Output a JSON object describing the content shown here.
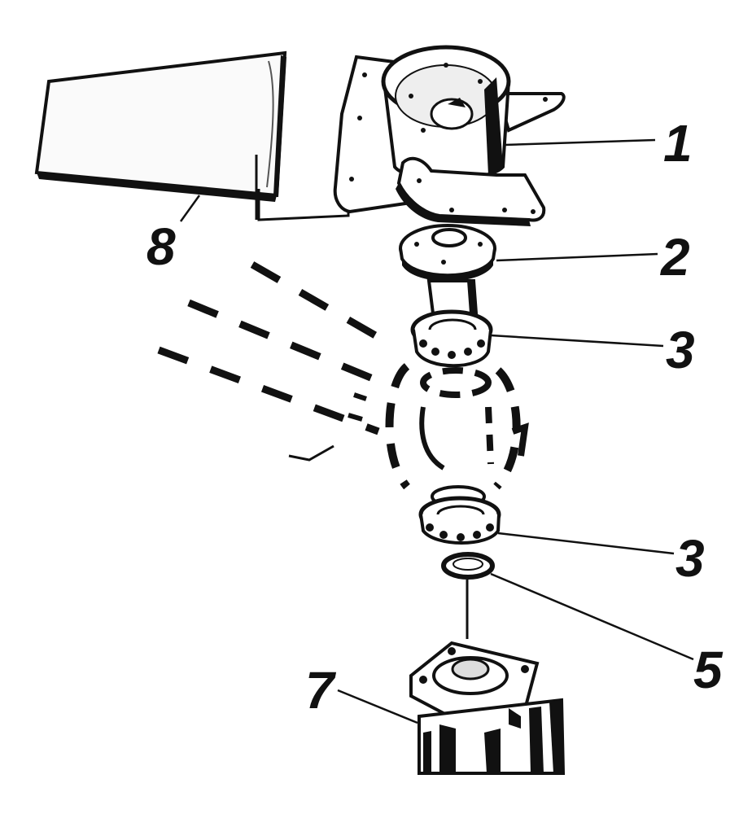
{
  "diagram": {
    "callouts": [
      {
        "id": "1",
        "text": "1"
      },
      {
        "id": "2",
        "text": "2"
      },
      {
        "id": "3a",
        "text": "3"
      },
      {
        "id": "3b",
        "text": "3"
      },
      {
        "id": "5",
        "text": "5"
      },
      {
        "id": "7",
        "text": "7"
      },
      {
        "id": "8",
        "text": "8"
      }
    ],
    "parts": [
      "vane-blade",
      "hub-housing",
      "bearing-flange",
      "upper-ball-bearing",
      "rotor-shaft",
      "lower-ball-bearing",
      "retaining-ring",
      "generator-housing"
    ]
  }
}
